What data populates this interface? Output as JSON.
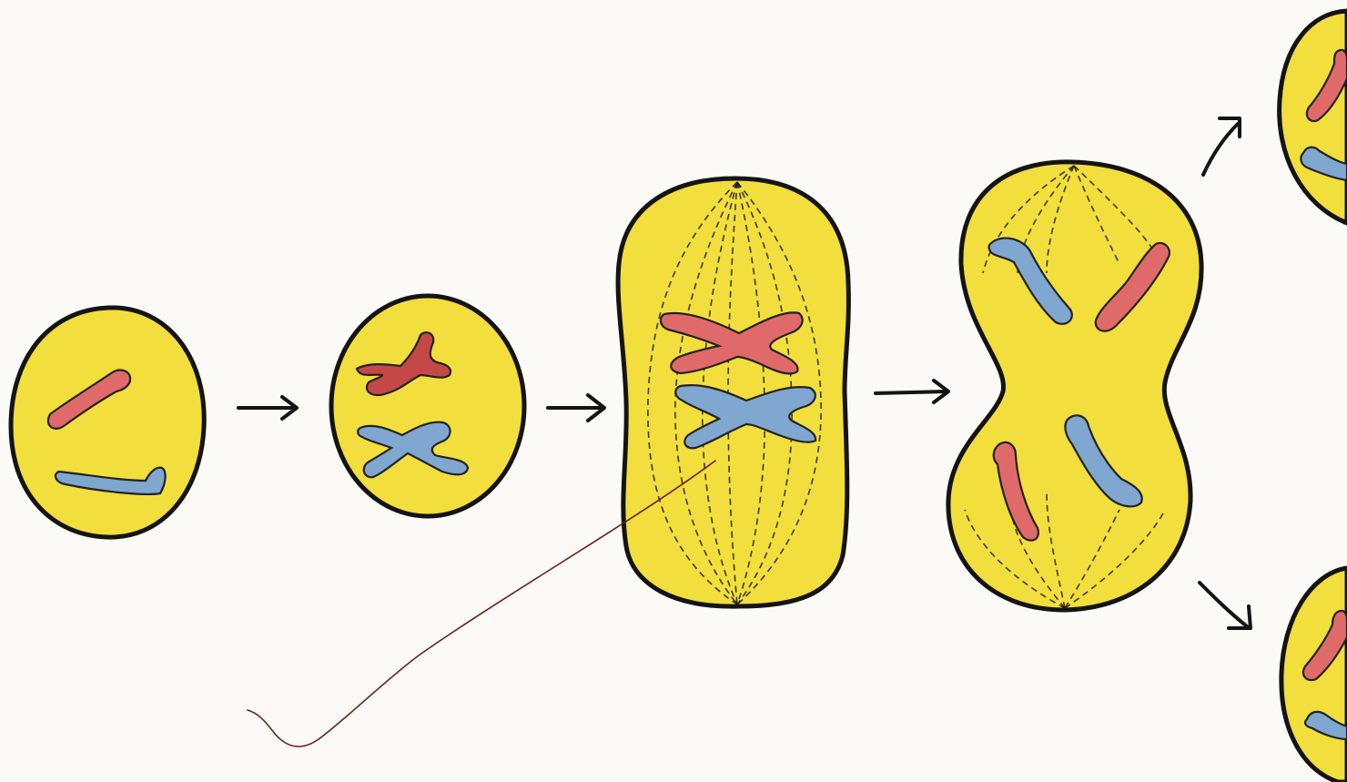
{
  "diagram": {
    "stages": [
      {
        "id": "stage-1",
        "chromosome_form": "unreplicated"
      },
      {
        "id": "stage-2",
        "chromosome_form": "replicated"
      },
      {
        "id": "stage-3",
        "chromosome_form": "aligned-at-equator",
        "spindle": true
      },
      {
        "id": "stage-4",
        "chromosome_form": "separating",
        "spindle": true
      },
      {
        "id": "stage-5",
        "chromosome_form": "daughter-cells",
        "count": 2
      }
    ],
    "arrow_count": 5,
    "pointer_line": true,
    "colors": {
      "cell_fill": "#f2de3c",
      "outline": "#141414",
      "chromosome_red": "#e06a6a",
      "chromosome_blue": "#7fa7cf",
      "pointer_line": "#6a1f1f",
      "background": "#fbfaf7"
    }
  }
}
